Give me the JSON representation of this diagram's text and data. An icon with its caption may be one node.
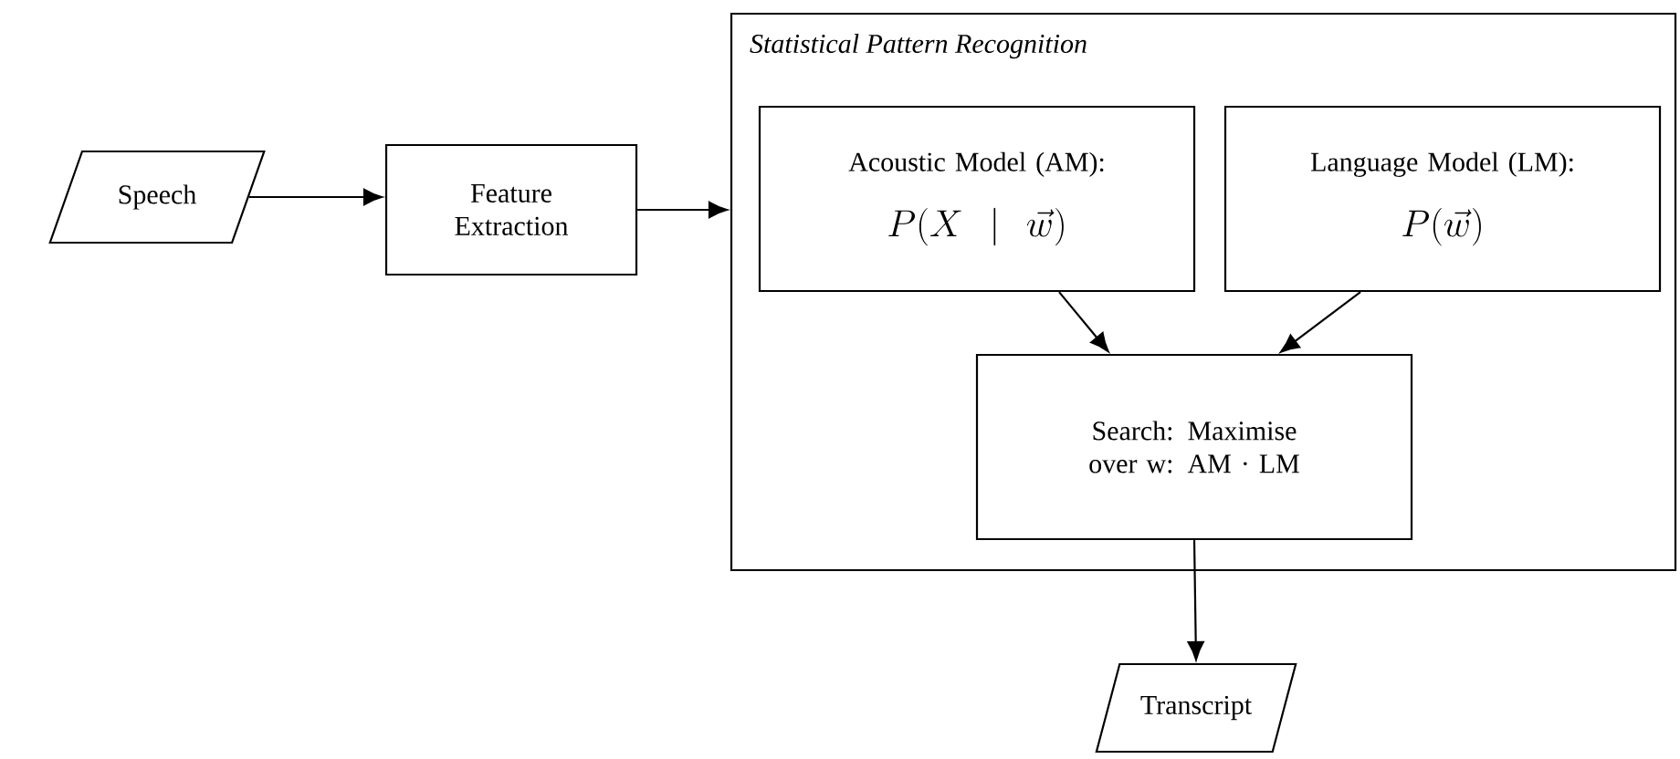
{
  "diagram": {
    "nodes": [
      {
        "text": [
          "Speech"
        ]
      },
      {
        "text": [
          "Feature Extraction"
        ]
      },
      {
        "text": [
          "Statistical Pattern Recognition"
        ]
      },
      {
        "text": [
          "Acoustic Model (AM):",
          "P(X \\mid \\vec{w})"
        ],
        "in": 2
      },
      {
        "text": [
          "Language Model (LM):",
          "P(\\vec{w})"
        ],
        "in": 2
      },
      {
        "text": [
          "Search: Maximise over w: AM · LM"
        ],
        "in": 2
      },
      {
        "text": [
          "Transcript"
        ]
      }
    ],
    "edges": [
      {
        "from": 0,
        "to": 1,
        "arrow": "to"
      },
      {
        "from": 1,
        "to": 2,
        "arrow": "to"
      },
      {
        "from": 3,
        "to": 5,
        "arrow": "to"
      },
      {
        "from": 4,
        "to": 5,
        "arrow": "to"
      },
      {
        "from": 5,
        "to": 6,
        "arrow": "to"
      }
    ]
  }
}
